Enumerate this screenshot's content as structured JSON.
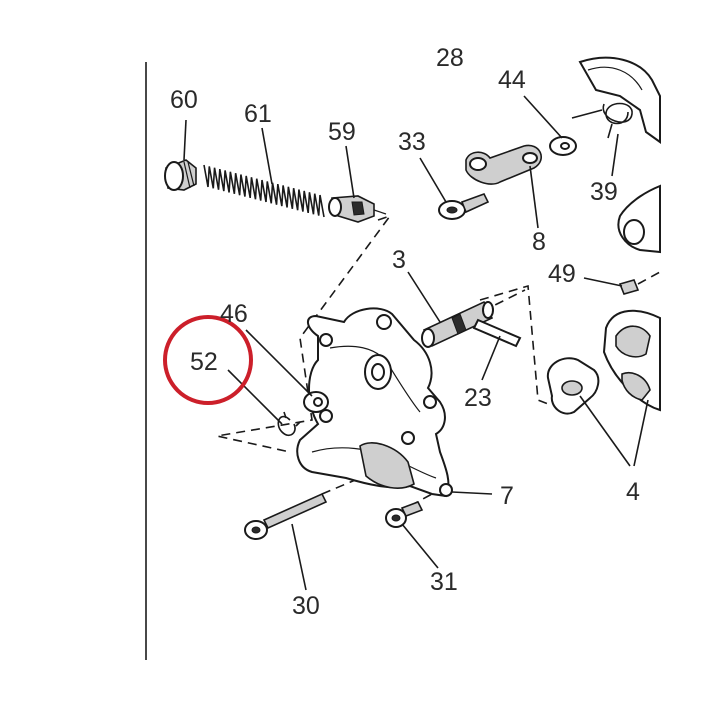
{
  "diagram": {
    "highlight_color": "#cc1f2a",
    "highlighted_part": "52",
    "labels": {
      "l60": "60",
      "l61": "61",
      "l59": "59",
      "l33": "33",
      "l44": "44",
      "l39": "39",
      "l8": "8",
      "l3": "3",
      "l49": "49",
      "l46": "46",
      "l52": "52",
      "l23": "23",
      "l7": "7",
      "l4": "4",
      "l30": "30",
      "l31": "31",
      "l28": "28"
    }
  }
}
